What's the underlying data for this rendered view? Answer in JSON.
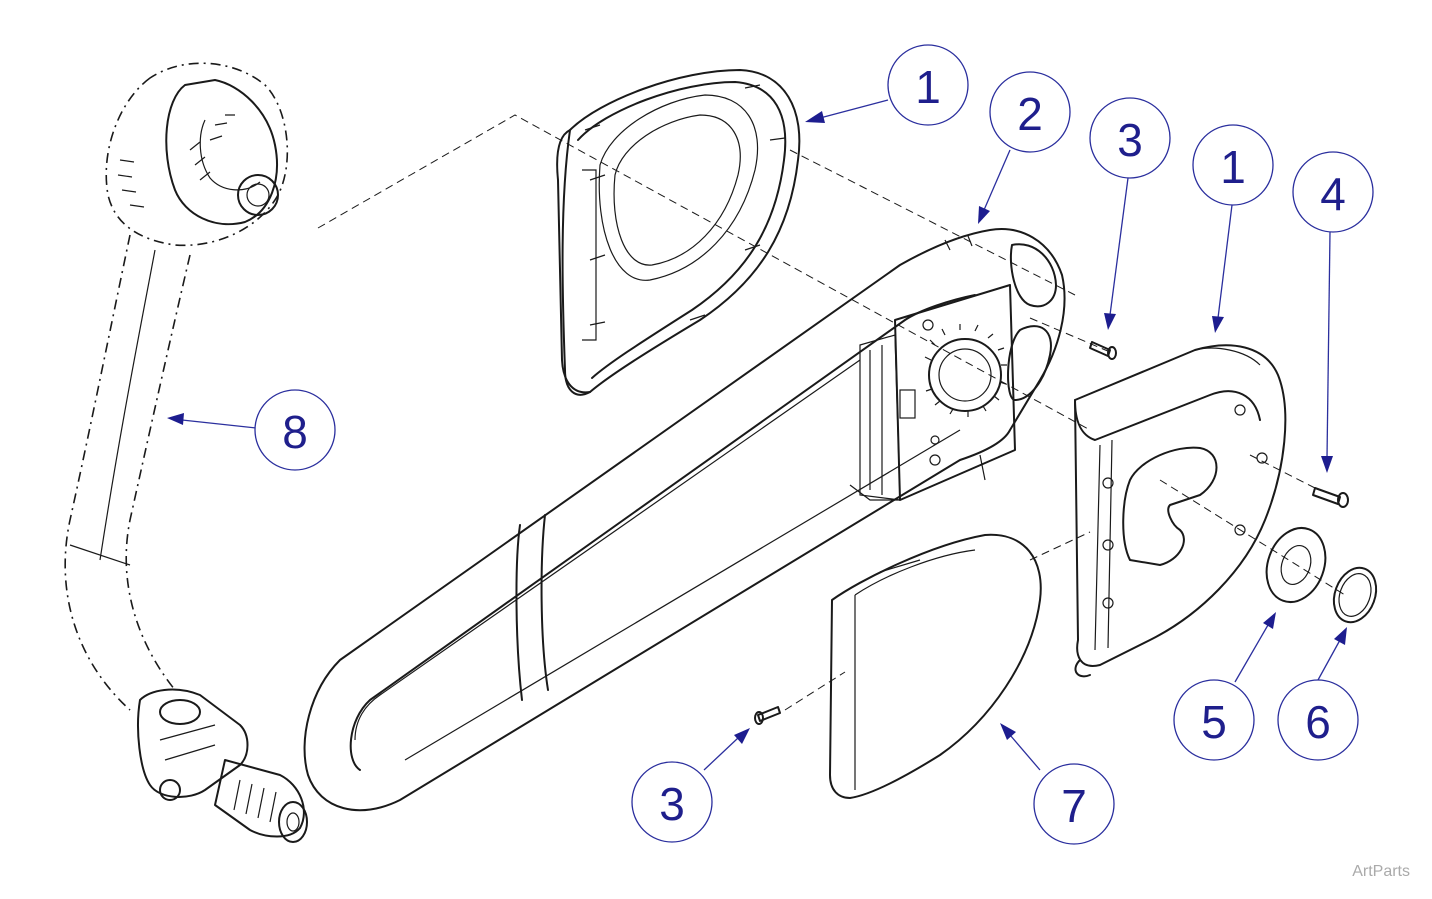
{
  "callouts": [
    {
      "id": "callout-1a",
      "label": "1"
    },
    {
      "id": "callout-2",
      "label": "2"
    },
    {
      "id": "callout-3a",
      "label": "3"
    },
    {
      "id": "callout-1b",
      "label": "1"
    },
    {
      "id": "callout-4",
      "label": "4"
    },
    {
      "id": "callout-8",
      "label": "8"
    },
    {
      "id": "callout-5",
      "label": "5"
    },
    {
      "id": "callout-6",
      "label": "6"
    },
    {
      "id": "callout-3b",
      "label": "3"
    },
    {
      "id": "callout-7",
      "label": "7"
    }
  ],
  "watermark": "ArtParts",
  "colors": {
    "callout": "#1f1f8c",
    "linework": "#1a1a1a",
    "watermark": "#aaaaaa"
  }
}
